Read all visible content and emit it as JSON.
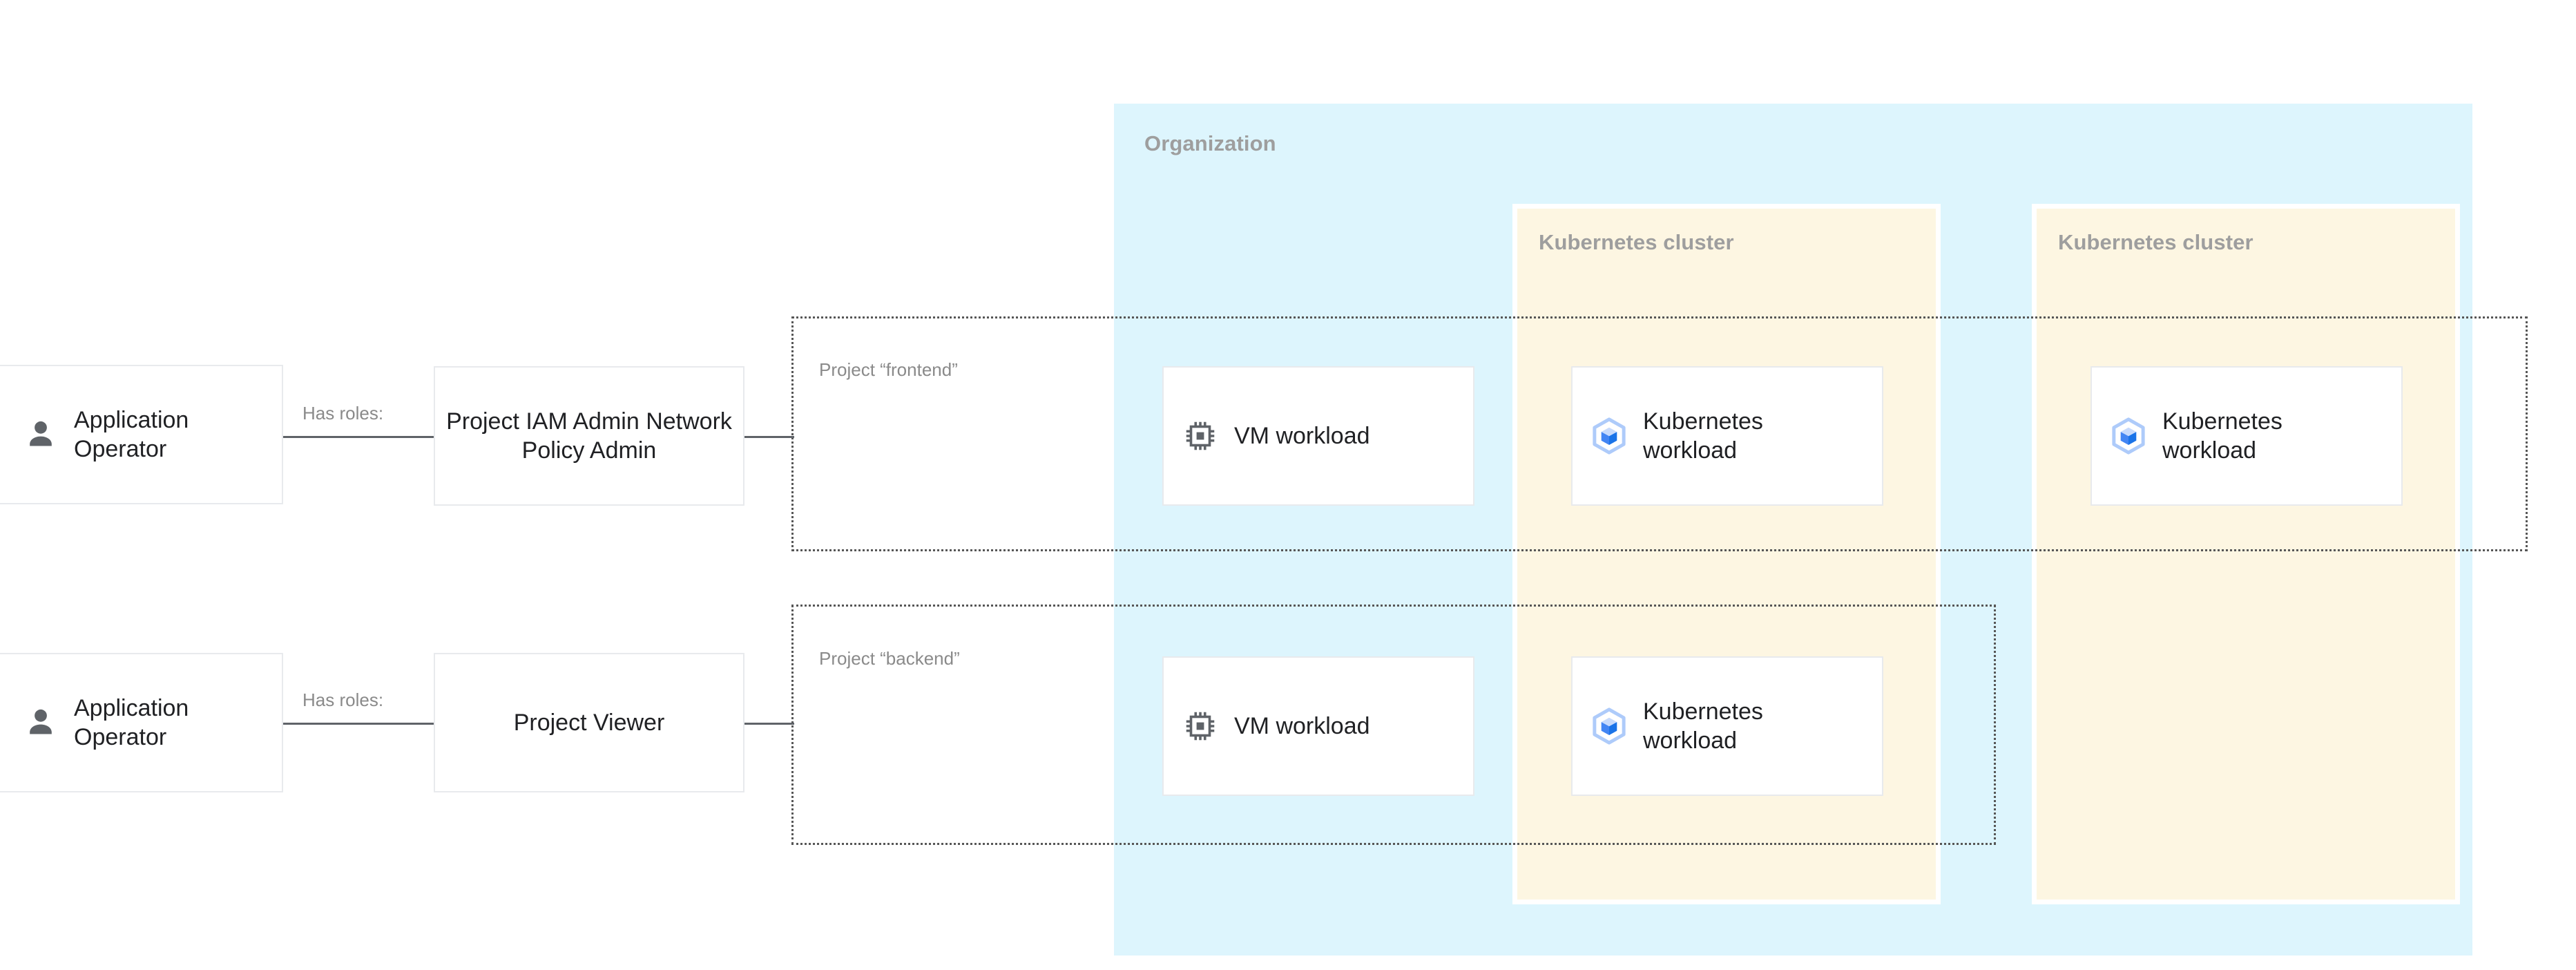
{
  "diagram": {
    "organization": {
      "label": "Organization",
      "bg_color": "#ddf5fd"
    },
    "clusters": [
      {
        "label": "Kubernetes cluster",
        "bg_color": "#fdf6e2"
      },
      {
        "label": "Kubernetes cluster",
        "bg_color": "#fdf6e2"
      }
    ],
    "projects": [
      {
        "label": "Project “frontend”"
      },
      {
        "label": "Project “backend”"
      }
    ],
    "rows": [
      {
        "persona": {
          "label": "Application Operator",
          "icon": "person-icon"
        },
        "edge_label": "Has roles:",
        "role": {
          "label": "Project IAM Admin Network Policy Admin"
        }
      },
      {
        "persona": {
          "label": "Application Operator",
          "icon": "person-icon"
        },
        "edge_label": "Has roles:",
        "role": {
          "label": "Project Viewer"
        }
      }
    ],
    "workloads": [
      {
        "label": "VM workload",
        "icon": "cpu-chip-icon"
      },
      {
        "label": "Kubernetes workload",
        "icon": "kubernetes-cube-icon"
      },
      {
        "label": "Kubernetes workload",
        "icon": "kubernetes-cube-icon"
      },
      {
        "label": "VM workload",
        "icon": "cpu-chip-icon"
      },
      {
        "label": "Kubernetes workload",
        "icon": "kubernetes-cube-icon"
      }
    ],
    "colors": {
      "org_fill": "#ddf5fd",
      "cluster_fill": "#fdf6e2",
      "card_border": "#e8eaed",
      "muted_text": "#9e9e9e",
      "body_text": "#202124",
      "connector": "#5f6368",
      "k8s_icon_light": "#aecbfa",
      "k8s_icon_dark": "#1a73e8",
      "vm_icon": "#5f6368"
    }
  }
}
